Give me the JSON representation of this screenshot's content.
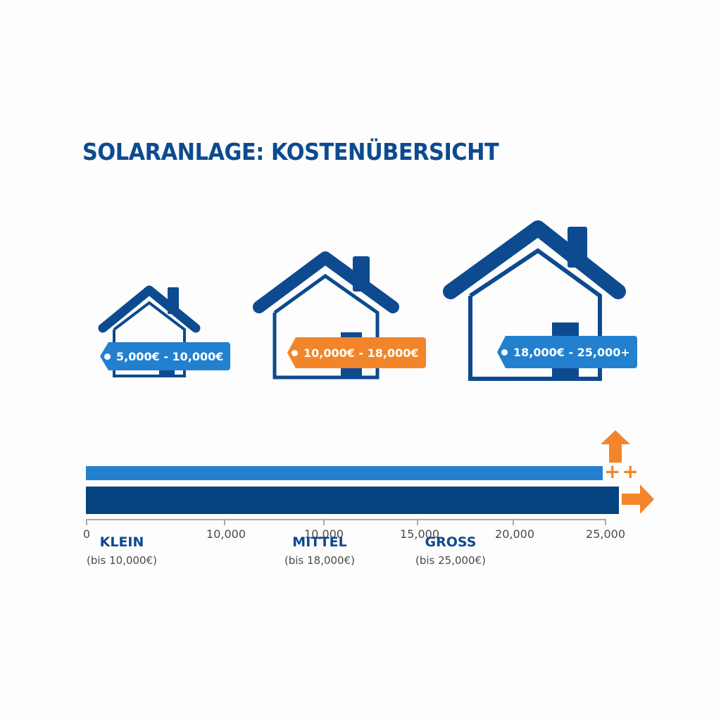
{
  "title": "SOLARANLAGE: KOSTENÜBERSICHT",
  "colors": {
    "navy": "#0d4a8f",
    "bar_light": "#2280cf",
    "bar_dark": "#05437f",
    "accent_orange": "#f2852a",
    "axis": "#a9a9a9"
  },
  "houses": [
    {
      "size": "small",
      "price_tag": "5,000€ - 10,000€",
      "tag_color": "blue"
    },
    {
      "size": "medium",
      "price_tag": "10,000€ - 18,000€",
      "tag_color": "orange"
    },
    {
      "size": "large",
      "price_tag": "18,000€ - 25,000+",
      "tag_color": "blue"
    }
  ],
  "axis": {
    "ticks": [
      "0",
      "10,000",
      "10,000",
      "15,000",
      "20,000",
      "25,000"
    ]
  },
  "categories": [
    {
      "label": "KLEIN",
      "sub": "(bis 10,000€)"
    },
    {
      "label": "MITTEL",
      "sub": "(bis 18,000€)"
    },
    {
      "label": "GROSS",
      "sub": "(bis 25,000€)"
    }
  ],
  "indicators": {
    "plus_signs": "++",
    "up_arrow": "up-arrow",
    "right_arrow": "right-arrow"
  },
  "chart_data": {
    "type": "bar",
    "orientation": "horizontal",
    "title": "SOLARANLAGE: KOSTENÜBERSICHT",
    "xlabel": "",
    "ylabel": "",
    "x_tick_labels": [
      "0",
      "10,000",
      "10,000",
      "15,000",
      "20,000",
      "25,000"
    ],
    "xlim": [
      0,
      25000
    ],
    "series": [
      {
        "name": "Light bar",
        "color": "#2280cf",
        "values": [
          24800
        ],
        "annotation": "++ with up arrow"
      },
      {
        "name": "Dark bar",
        "color": "#05437f",
        "values": [
          25500
        ],
        "annotation": "right arrow (beyond 25,000)"
      }
    ],
    "categories": [
      "KLEIN (bis 10,000€)",
      "MITTEL (bis 18,000€)",
      "GROSS (bis 25,000€)"
    ],
    "price_ranges": [
      {
        "category": "KLEIN",
        "min": 5000,
        "max": 10000,
        "label": "5,000€ - 10,000€"
      },
      {
        "category": "MITTEL",
        "min": 10000,
        "max": 18000,
        "label": "10,000€ - 18,000€"
      },
      {
        "category": "GROSS",
        "min": 18000,
        "max": 25000,
        "label": "18,000€ - 25,000+"
      }
    ],
    "grid": false,
    "legend": "none"
  }
}
